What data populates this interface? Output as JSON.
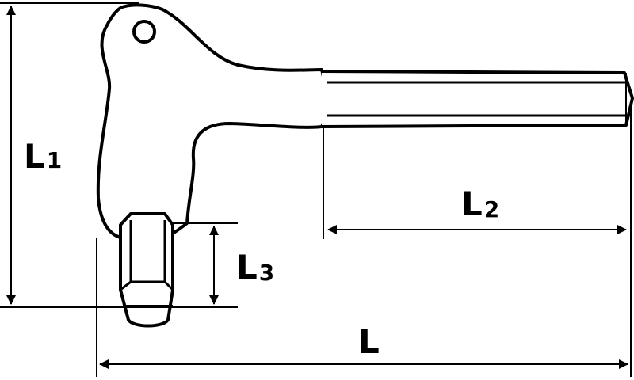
{
  "labels": {
    "l1": {
      "main": "L",
      "sub": "1"
    },
    "l2": {
      "main": "L",
      "sub": "2"
    },
    "l3": {
      "main": "L",
      "sub": "3"
    },
    "l": {
      "main": "L"
    }
  },
  "colors": {
    "ink": "#000000",
    "background": "#ffffff"
  }
}
